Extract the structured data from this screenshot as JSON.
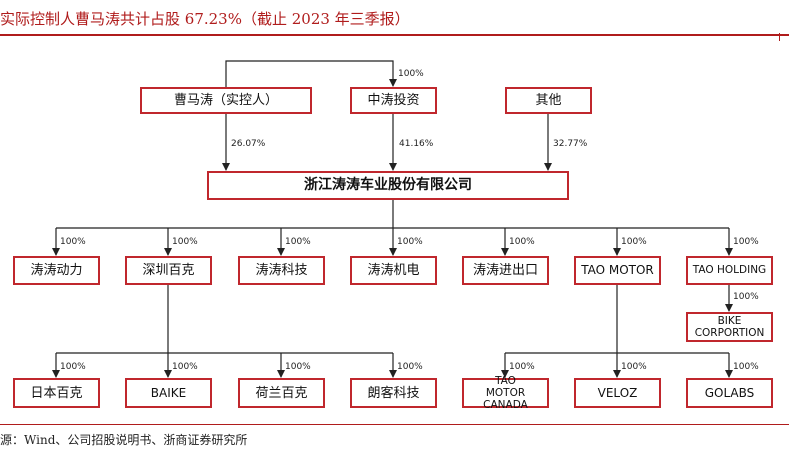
{
  "header": {
    "title": "实际控制人曹马涛共计占股 67.23%（截止 2023 年三季报）"
  },
  "footer": {
    "source": "源：Wind、公司招股说明书、浙商证券研究所"
  },
  "shareholders": [
    {
      "name": "曹马涛（实控人）",
      "pct": "26.07%"
    },
    {
      "name": "中涛投资",
      "pct": "41.16%"
    },
    {
      "name": "其他",
      "pct": "32.77%"
    }
  ],
  "holding_link_pct": "100%",
  "company": {
    "name": "浙江涛涛车业股份有限公司"
  },
  "subsidiaries": [
    {
      "name": "涛涛动力",
      "pct": "100%"
    },
    {
      "name": "深圳百克",
      "pct": "100%"
    },
    {
      "name": "涛涛科技",
      "pct": "100%"
    },
    {
      "name": "涛涛机电",
      "pct": "100%"
    },
    {
      "name": "涛涛进出口",
      "pct": "100%"
    },
    {
      "name": "TAO MOTOR",
      "pct": "100%"
    },
    {
      "name": "TAO HOLDING",
      "pct": "100%"
    }
  ],
  "shenzhen_baike_children": [
    {
      "name": "日本百克",
      "pct": "100%"
    },
    {
      "name": "BAIKE",
      "pct": "100%"
    },
    {
      "name": "荷兰百克",
      "pct": "100%"
    },
    {
      "name": "朗客科技",
      "pct": "100%"
    }
  ],
  "tao_motor_children": [
    {
      "name": "TAO MOTOR CANADA",
      "pct": "100%"
    },
    {
      "name": "VELOZ",
      "pct": "100%"
    },
    {
      "name": "GOLABS",
      "pct": "100%"
    }
  ],
  "tao_holding_child": {
    "name": "BIKE CORPORTION",
    "pct": "100%"
  },
  "colors": {
    "box_border": "#c0272d",
    "title": "#b01c1c",
    "line": "#222222"
  }
}
